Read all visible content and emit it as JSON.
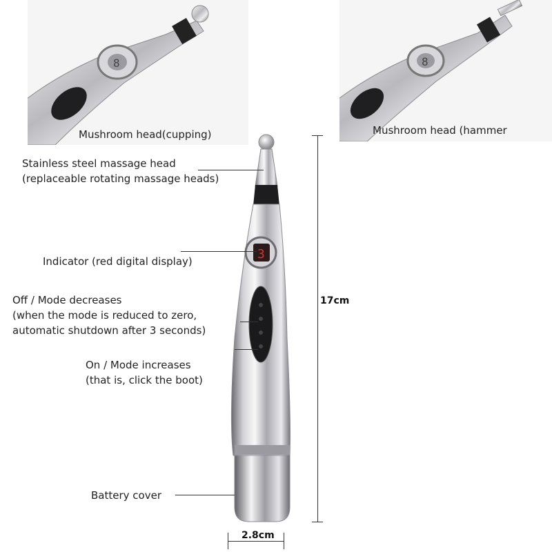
{
  "insets": [
    {
      "caption": "Mushroom head(cupping)"
    },
    {
      "caption": "Mushroom head (hammer"
    }
  ],
  "callouts": {
    "head": [
      "Stainless steel massage head",
      "(replaceable rotating massage heads)"
    ],
    "indicator": "Indicator (red digital display)",
    "off": [
      "Off / Mode decreases",
      "(when the mode is reduced to zero,",
      "automatic shutdown after 3 seconds)"
    ],
    "on": [
      "On / Mode increases",
      " (that is, click the boot)"
    ],
    "battery": "Battery cover"
  },
  "dimensions": {
    "height": "17cm",
    "width": "2.8cm"
  },
  "display_digit": "3",
  "colors": {
    "metal_light": "#f0f0f2",
    "metal_dark": "#6e6e74",
    "display_red": "#e0302a"
  }
}
